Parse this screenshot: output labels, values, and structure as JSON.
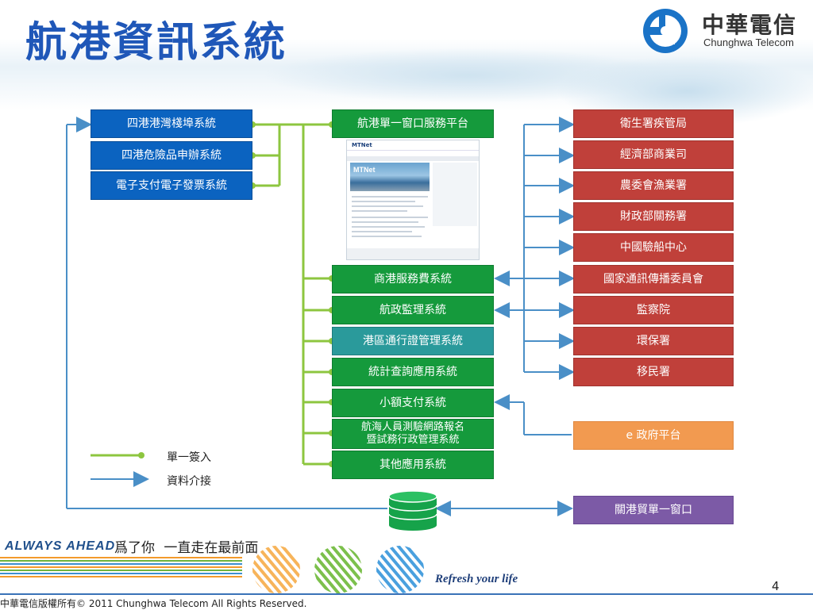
{
  "title": "航港資訊系統",
  "logo": {
    "zh": "中華電信",
    "en": "Chunghwa Telecom"
  },
  "left_systems": [
    "四港港灣棧埠系統",
    "四港危險品申辦系統",
    "電子支付電子發票系統"
  ],
  "center": {
    "portal_title": "航港單一窗口服務平台",
    "portal_image_label": "MTNet",
    "portal_image_brand": "MTNet",
    "systems": [
      "商港服務費系統",
      "航政監理系統",
      "港區通行證管理系統",
      "統計查詢應用系統",
      "小額支付系統"
    ],
    "system_multiline": {
      "line1": "航海人員測驗網路報名",
      "line2": "暨試務行政管理系統"
    },
    "other": "其他應用系統"
  },
  "right_agencies": [
    "衛生署疾管局",
    "經濟部商業司",
    "農委會漁業署",
    "財政部關務署",
    "中國驗船中心",
    "國家通訊傳播委員會",
    "監察院",
    "環保署",
    "移民署"
  ],
  "egov": "e 政府平台",
  "trade_window": "關港貿單一窗口",
  "legend": {
    "single_signon": "單一簽入",
    "data_exchange": "資料介接"
  },
  "colors": {
    "signon_line": "#8dc63f",
    "data_line": "#4a8fc7"
  },
  "footer": {
    "slogan": "ALWAYS AHEAD",
    "slogan_zh1": "爲了你",
    "slogan_zh2": "一直走在最前面",
    "refresh": "Refresh your life",
    "page": "4",
    "copyright": "中華電信版權所有© 2011 Chunghwa Telecom All Rights Reserved."
  }
}
